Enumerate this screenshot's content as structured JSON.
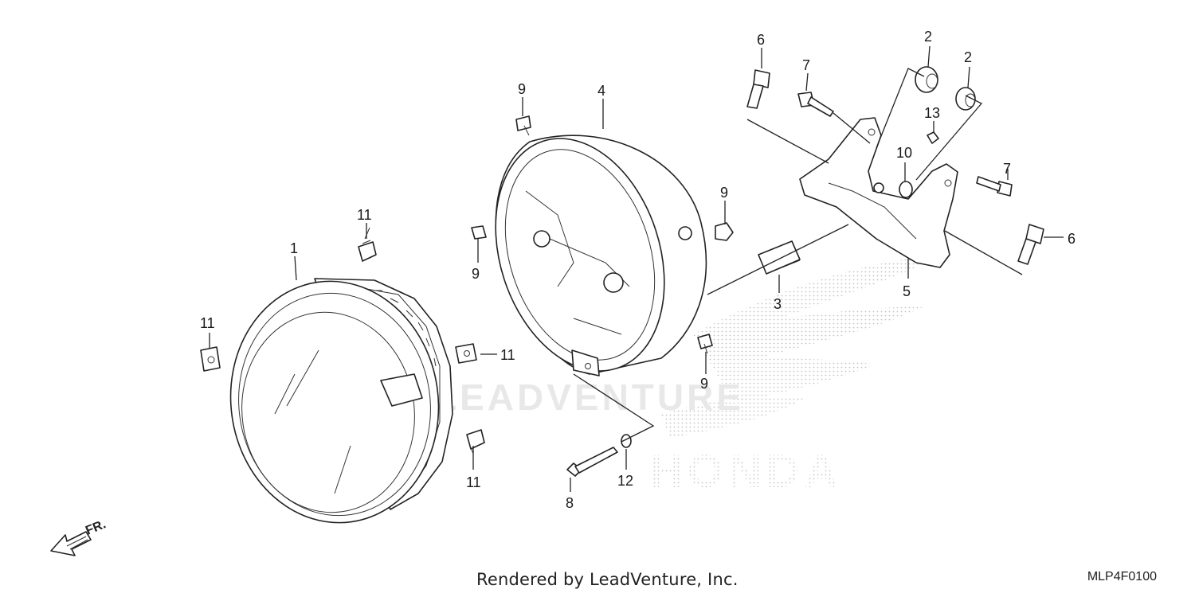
{
  "footer": {
    "credit": "Rendered by LeadVenture, Inc.",
    "diagram_code": "MLP4F0100"
  },
  "watermark": {
    "brand": "HONDA",
    "partner": "LEADVENTURE"
  },
  "direction_indicator": "FR.",
  "callouts": [
    {
      "id": "c1",
      "label": "1"
    },
    {
      "id": "c2a",
      "label": "2"
    },
    {
      "id": "c2b",
      "label": "2"
    },
    {
      "id": "c3",
      "label": "3"
    },
    {
      "id": "c4",
      "label": "4"
    },
    {
      "id": "c5",
      "label": "5"
    },
    {
      "id": "c6a",
      "label": "6"
    },
    {
      "id": "c6b",
      "label": "6"
    },
    {
      "id": "c7a",
      "label": "7"
    },
    {
      "id": "c7b",
      "label": "7"
    },
    {
      "id": "c8",
      "label": "8"
    },
    {
      "id": "c9a",
      "label": "9"
    },
    {
      "id": "c9b",
      "label": "9"
    },
    {
      "id": "c9c",
      "label": "9"
    },
    {
      "id": "c9d",
      "label": "9"
    },
    {
      "id": "c10",
      "label": "10"
    },
    {
      "id": "c11a",
      "label": "11"
    },
    {
      "id": "c11b",
      "label": "11"
    },
    {
      "id": "c11c",
      "label": "11"
    },
    {
      "id": "c11d",
      "label": "11"
    },
    {
      "id": "c12",
      "label": "12"
    },
    {
      "id": "c13",
      "label": "13"
    }
  ]
}
